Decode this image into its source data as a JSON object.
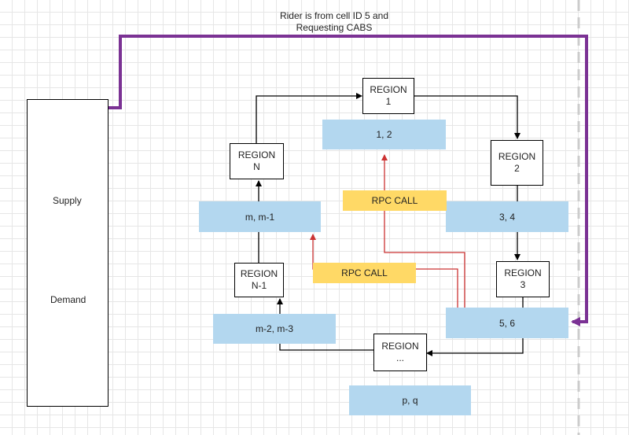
{
  "caption": "Rider is from cell ID 5 and\nRequesting CABS",
  "supply_box": {
    "supply_label": "Supply",
    "demand_label": "Demand"
  },
  "regions": {
    "r1": "REGION\n1",
    "r2": "REGION\n2",
    "r3": "REGION\n3",
    "rn": "REGION\nN",
    "rn1": "REGION\nN-1",
    "rdots": "REGION\n..."
  },
  "cells": {
    "c12": "1, 2",
    "c34": "3, 4",
    "c56": "5, 6",
    "cm": "m, m-1",
    "cm2": "m-2, m-3",
    "cpq": "p, q"
  },
  "rpc": {
    "top": "RPC CALL",
    "bottom": "RPC CALL"
  },
  "colors": {
    "region_box": "#ffffff",
    "cell_fill": "#b3d7ef",
    "rpc_fill": "#ffd966",
    "rpc_arrow": "#cc3333",
    "request_path": "#7b3294",
    "boundary_dash": "#cccccc"
  }
}
